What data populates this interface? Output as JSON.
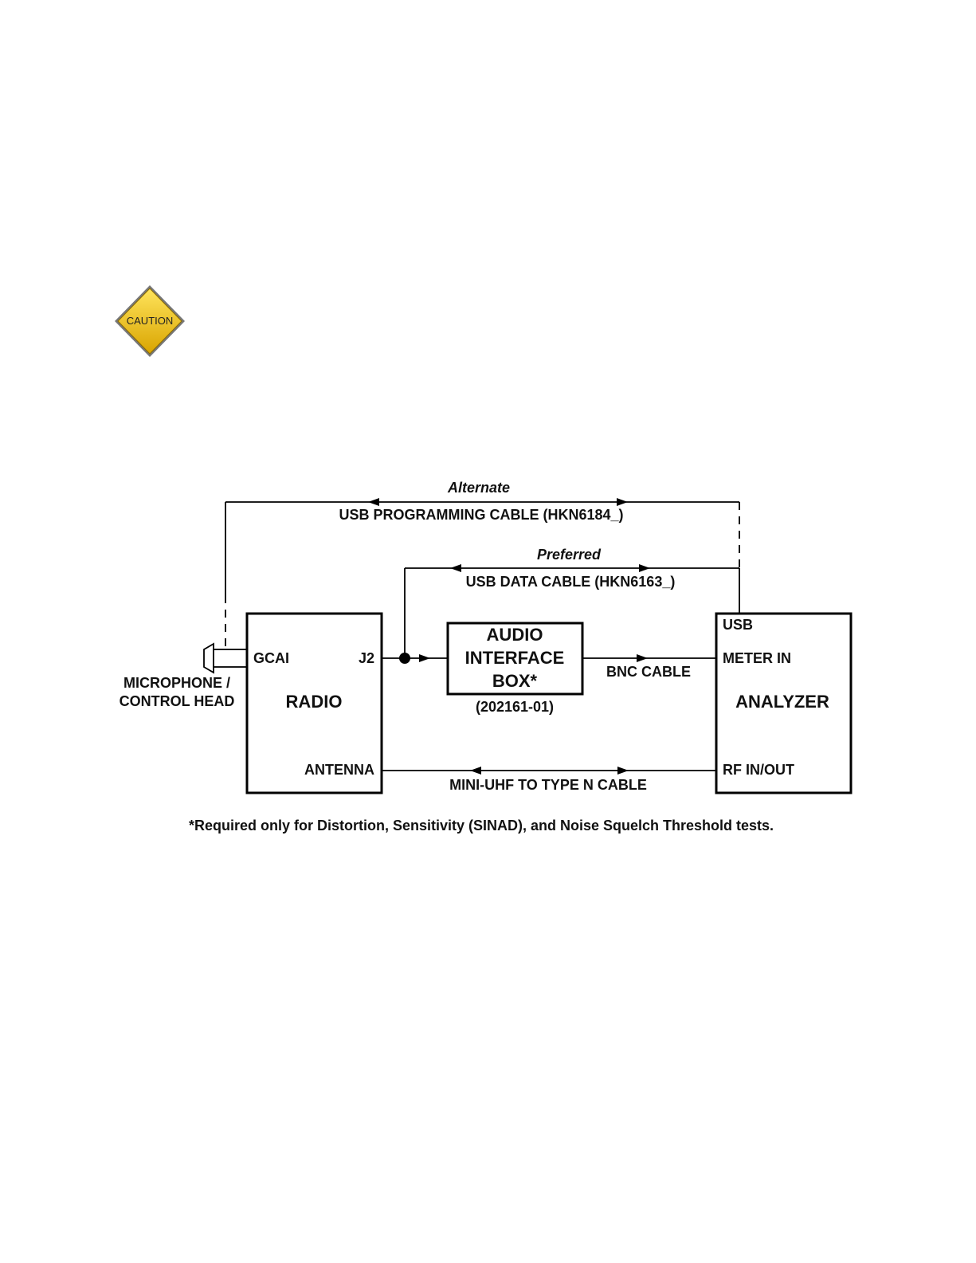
{
  "caution": {
    "label": "CAUTION",
    "icon": "caution-diamond-icon",
    "colors": {
      "top": "#ffe45c",
      "bottom": "#d9a400"
    }
  },
  "diagram": {
    "blocks": {
      "radio": {
        "title": "RADIO",
        "ports": {
          "gcai": "GCAI",
          "j2": "J2",
          "antenna": "ANTENNA"
        }
      },
      "audio_box": {
        "lines": [
          "AUDIO",
          "INTERFACE",
          "BOX*"
        ],
        "part": "(202161-01)"
      },
      "analyzer": {
        "title": "ANALYZER",
        "ports": {
          "usb": "USB",
          "meter_in": "METER IN",
          "rf": "RF IN/OUT"
        }
      }
    },
    "microphone": {
      "lines": [
        "MICROPHONE /",
        "CONTROL HEAD"
      ]
    },
    "connections": {
      "alternate": {
        "tag": "Alternate",
        "label": "USB PROGRAMMING CABLE (HKN6184_)"
      },
      "preferred": {
        "tag": "Preferred",
        "label": "USB DATA CABLE (HKN6163_)"
      },
      "bnc": {
        "label": "BNC CABLE"
      },
      "rf_cable": {
        "label": "MINI-UHF TO TYPE N CABLE"
      }
    },
    "footnote": "*Required only for Distortion, Sensitivity (SINAD), and Noise Squelch Threshold tests."
  }
}
